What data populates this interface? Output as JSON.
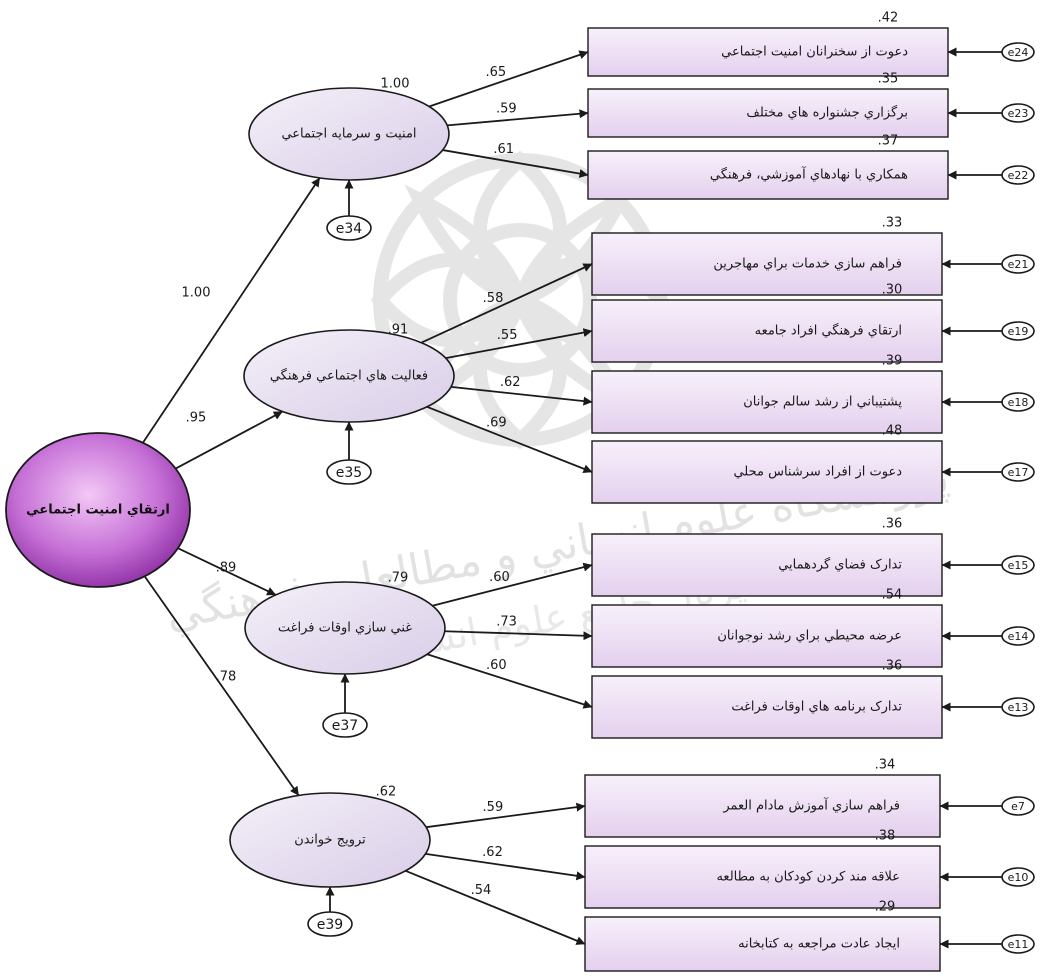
{
  "root": {
    "name": "ارتقاي امنيت اجتماعي"
  },
  "factors": [
    {
      "id": "f1",
      "name": "امنيت و سرمايه اجتماعي",
      "r2": "1.00",
      "path": "1.00",
      "error": "e34"
    },
    {
      "id": "f2",
      "name": "فعاليت هاي اجتماعي فرهنگي",
      "r2": ".91",
      "path": ".95",
      "error": "e35"
    },
    {
      "id": "f3",
      "name": "غني سازي اوقات فراغت",
      "r2": ".79",
      "path": ".89",
      "error": "e37"
    },
    {
      "id": "f4",
      "name": "ترويج خواندن",
      "r2": ".62",
      "path": ".78",
      "error": "e39"
    }
  ],
  "indicators": [
    {
      "factor": "f1",
      "name": "دعوت از سخنرانان امنيت اجتماعي",
      "r2": ".42",
      "loading": ".65",
      "error": "e24"
    },
    {
      "factor": "f1",
      "name": "برگزاري جشنواره هاي مختلف",
      "r2": ".35",
      "loading": ".59",
      "error": "e23"
    },
    {
      "factor": "f1",
      "name": "همکاري با نهادهاي آموزشي، فرهنگي",
      "r2": ".37",
      "loading": ".61",
      "error": "e22"
    },
    {
      "factor": "f2",
      "name": "فراهم سازي خدمات براي مهاجرين",
      "r2": ".33",
      "loading": ".58",
      "error": "e21"
    },
    {
      "factor": "f2",
      "name": "ارتقاي فرهنگي افراد جامعه",
      "r2": ".30",
      "loading": ".55",
      "error": "e19"
    },
    {
      "factor": "f2",
      "name": "پشتيباني از رشد سالم جوانان",
      "r2": ".39",
      "loading": ".62",
      "error": "e18"
    },
    {
      "factor": "f2",
      "name": "دعوت از افراد سرشناس محلي",
      "r2": ".48",
      "loading": ".69",
      "error": "e17"
    },
    {
      "factor": "f3",
      "name": "تدارک فضاي گردهمايي",
      "r2": ".36",
      "loading": ".60",
      "error": "e15"
    },
    {
      "factor": "f3",
      "name": "عرضه محيطي براي رشد نوجوانان",
      "r2": ".54",
      "loading": ".73",
      "error": "e14"
    },
    {
      "factor": "f3",
      "name": "تدارک برنامه هاي اوقات فراغت",
      "r2": ".36",
      "loading": ".60",
      "error": "e13"
    },
    {
      "factor": "f4",
      "name": "فراهم سازي آموزش مادام العمر",
      "r2": ".34",
      "loading": ".59",
      "error": "e7"
    },
    {
      "factor": "f4",
      "name": "علاقه مند کردن کودکان به مطالعه",
      "r2": ".38",
      "loading": ".62",
      "error": "e10"
    },
    {
      "factor": "f4",
      "name": "ايجاد عادت مراجعه به کتابخانه",
      "r2": ".29",
      "loading": ".54",
      "error": "e11"
    }
  ],
  "watermark": {
    "line1": "پژوهشگاه علوم انساني و مطالعات فرهنگي",
    "line2": "پرتال جامع علوم انساني"
  },
  "colors": {
    "box_fill_top": "#f6eef9",
    "box_fill_bottom": "#e6d3ef",
    "root_fill_center": "#e8b4ee",
    "root_fill_edge": "#8a2aa0",
    "factor_fill": "#ece6f4",
    "stroke": "#1a1a1a"
  }
}
